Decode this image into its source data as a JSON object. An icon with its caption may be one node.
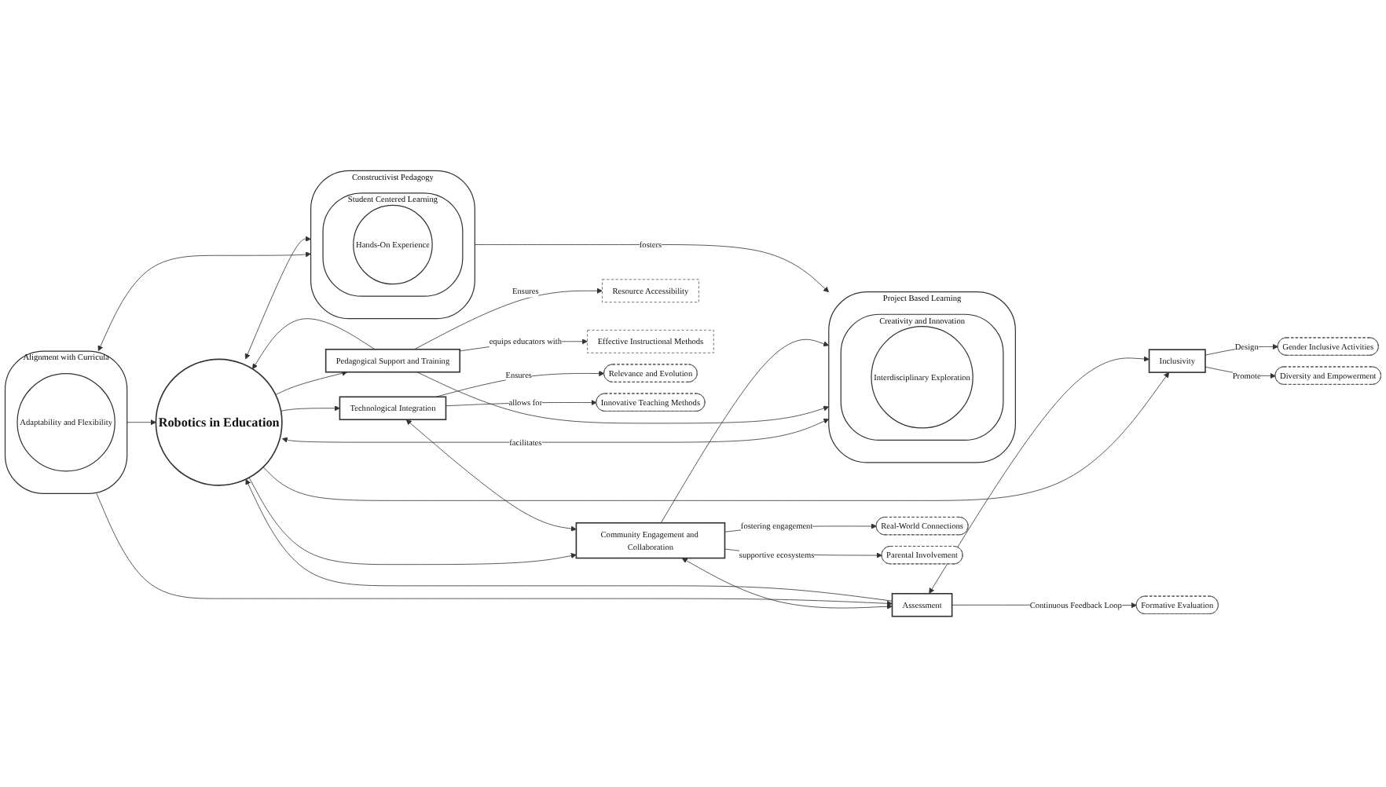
{
  "diagram": {
    "nodes": [
      {
        "text": [
          "Project Based Learning"
        ]
      },
      {
        "text": [
          "Creativity and Innovation"
        ],
        "in": 0
      },
      {
        "text": [
          "Interdisciplinary Exploration"
        ],
        "in": 1
      },
      {
        "text": [
          "Alignment with Curricula"
        ]
      },
      {
        "text": [
          "Adaptability and Flexibility"
        ],
        "in": 3
      },
      {
        "text": [
          "Constructivist Pedagogy"
        ]
      },
      {
        "text": [
          "Student Centered Learning"
        ],
        "in": 5
      },
      {
        "text": [
          "Hands-On Experience"
        ],
        "in": 6
      },
      {
        "text": [
          "Robotics in Education"
        ]
      },
      {
        "text": [
          "Pedagogical Support and Training"
        ]
      },
      {
        "text": [
          "Technological Integration"
        ]
      },
      {
        "text": [
          "Community Engagement and Collaboration"
        ]
      },
      {
        "text": [
          "Assessment"
        ]
      },
      {
        "text": [
          "Inclusivity"
        ]
      },
      {
        "text": [
          "Resource Accessibility"
        ]
      },
      {
        "text": [
          "Effective Instructional Methods"
        ]
      },
      {
        "text": [
          "Relevance and Evolution"
        ]
      },
      {
        "text": [
          "Innovative Teaching Methods"
        ]
      },
      {
        "text": [
          "Real-World Connections"
        ]
      },
      {
        "text": [
          "Parental Involvement"
        ]
      },
      {
        "text": [
          "Formative Evaluation"
        ]
      },
      {
        "text": [
          "Gender Inclusive Activities"
        ]
      },
      {
        "text": [
          "Diversity and Empowerment"
        ]
      }
    ],
    "edges": [
      {
        "from": 8,
        "to": 0,
        "arrow": "both",
        "label": "facilitates"
      },
      {
        "from": 9,
        "to": 0,
        "arrow": "to"
      },
      {
        "from": 11,
        "to": 0,
        "arrow": "to"
      },
      {
        "from": 3,
        "to": 8,
        "arrow": "to"
      },
      {
        "from": 5,
        "to": 0,
        "arrow": "to",
        "label": "fosters"
      },
      {
        "from": 3,
        "to": 5,
        "arrow": "both"
      },
      {
        "from": 8,
        "to": 5,
        "arrow": "both"
      },
      {
        "from": 3,
        "to": 12,
        "arrow": "to"
      },
      {
        "from": 9,
        "to": 8,
        "arrow": "to"
      },
      {
        "from": 8,
        "to": 9,
        "arrow": "to"
      },
      {
        "from": 8,
        "to": 10,
        "arrow": "to"
      },
      {
        "from": 8,
        "to": 11,
        "arrow": "to"
      },
      {
        "from": 12,
        "to": 8,
        "arrow": "to"
      },
      {
        "from": 8,
        "to": 13,
        "arrow": "to"
      },
      {
        "from": 10,
        "to": 11,
        "arrow": "both"
      },
      {
        "from": 11,
        "to": 12,
        "arrow": "both"
      },
      {
        "from": 12,
        "to": 13,
        "arrow": "both"
      },
      {
        "from": 9,
        "to": 14,
        "arrow": "to",
        "label": "Ensures"
      },
      {
        "from": 9,
        "to": 15,
        "arrow": "to",
        "label": "equips educators with"
      },
      {
        "from": 10,
        "to": 16,
        "arrow": "to",
        "label": "Ensures"
      },
      {
        "from": 10,
        "to": 17,
        "arrow": "to",
        "label": "allows for"
      },
      {
        "from": 11,
        "to": 18,
        "arrow": "to",
        "label": "fostering engagement"
      },
      {
        "from": 11,
        "to": 19,
        "arrow": "to",
        "label": "supportive ecosystems"
      },
      {
        "from": 12,
        "to": 20,
        "arrow": "to",
        "label": "Continuous Feedback Loop"
      },
      {
        "from": 13,
        "to": 21,
        "arrow": "to",
        "label": "Design"
      },
      {
        "from": 13,
        "to": 22,
        "arrow": "to",
        "label": "Promote"
      }
    ]
  }
}
